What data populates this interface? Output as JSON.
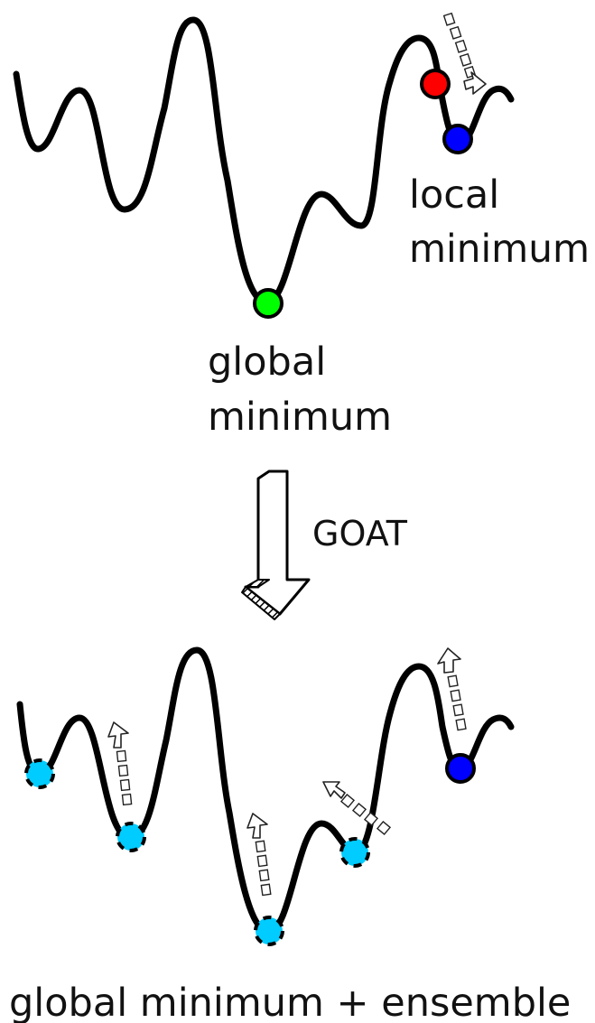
{
  "top_panel": {
    "local_label_line1": "local",
    "local_label_line2": "minimum",
    "global_label_line1": "global",
    "global_label_line2": "minimum",
    "balls": [
      {
        "name": "start-ball",
        "color": "#ff0000"
      },
      {
        "name": "local-minimum-ball",
        "color": "#0000ff"
      },
      {
        "name": "global-minimum-ball",
        "color": "#00ff00"
      }
    ]
  },
  "transition": {
    "arrow_icon": "down-arrow-icon",
    "label": "GOAT"
  },
  "bottom_panel": {
    "caption": "global minimum + ensemble",
    "ensemble_color": "#00ccff",
    "local_color": "#0000ff"
  }
}
